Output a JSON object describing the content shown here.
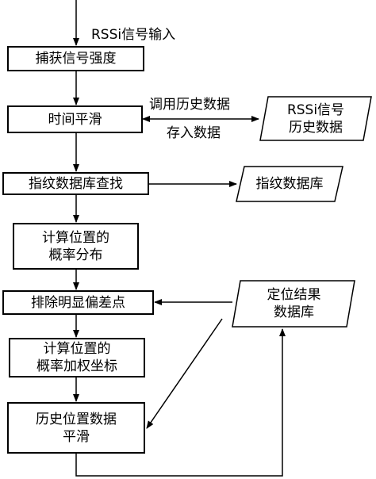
{
  "input_label": "RSSi信号输入",
  "steps": {
    "capture": "捕获信号强度",
    "smooth": "时间平滑",
    "fingerprint_search": "指纹数据库查找",
    "prob_dist": "计算位置的\n概率分布",
    "remove_outliers": "排除明显偏差点",
    "weighted_coords": "计算位置的\n概率加权坐标",
    "history_smooth": "历史位置数据\n平滑"
  },
  "stores": {
    "rssi_history": "RSSi信号\n历史数据",
    "fingerprint_db": "指纹数据库",
    "result_db": "定位结果\n数据库"
  },
  "edge_labels": {
    "load_history": "调用历史数据",
    "store_data": "存入数据"
  }
}
